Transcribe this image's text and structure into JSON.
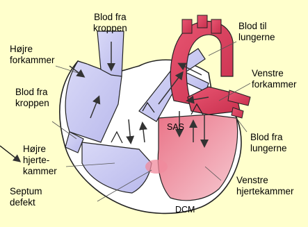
{
  "labels": {
    "blood_from_body_top": "Blod fra\nkroppen",
    "blood_to_lungs": "Blod til\nlungerne",
    "right_atrium": "Højre\nforkammer",
    "left_atrium": "Venstre\nforkammer",
    "blood_from_body_left": "Blod fra\nkroppen",
    "sas": "SAS",
    "blood_from_lungs": "Blod fra\nlungerne",
    "right_ventricle": "Højre\nhjerte-\nkammer",
    "left_ventricle": "Venstre\nhjertekammer",
    "septum_defect": "Septum\ndefekt",
    "dcm": "DCM"
  },
  "colors": {
    "background": "#ffffcc",
    "oxygen_poor": "#c9c9f2",
    "oxygen_rich": "#e0506a",
    "oxygen_rich_light": "#f2a7b4",
    "outline": "#222222"
  }
}
